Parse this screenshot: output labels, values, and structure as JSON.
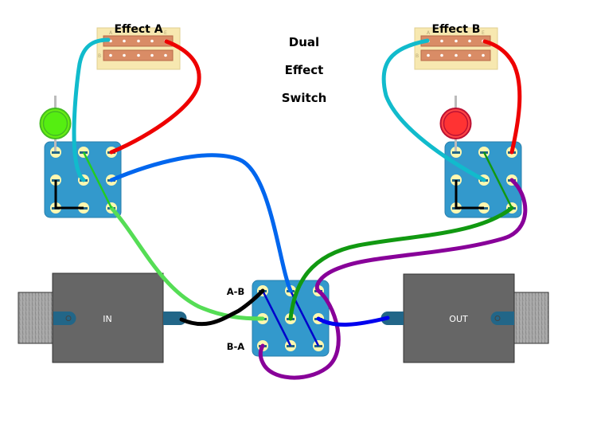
{
  "title": {
    "lines": [
      "Dual",
      "Effect",
      "Switch"
    ]
  },
  "effects": [
    {
      "label": "Effect A",
      "led_color": "#55ee11",
      "led_ring": "#44bb22"
    },
    {
      "label": "Effect B",
      "led_color": "#ff3333",
      "led_ring": "#bb1133"
    }
  ],
  "header_pin_letters": [
    "A",
    "B",
    "C",
    "D",
    "E"
  ],
  "header_row_letters": [
    "A",
    "B"
  ],
  "center_switch": {
    "labels": [
      "A-B",
      "B-A"
    ]
  },
  "jacks": [
    {
      "label": "IN"
    },
    {
      "label": "OUT"
    }
  ],
  "colors": {
    "switch_body": "#3399cc",
    "pad": "#fff7b0",
    "header_bg": "#f7e8b0",
    "header_strip": "#d98c66",
    "jack_body": "#666666",
    "jack_tab": "#226688",
    "thread": "#999999"
  },
  "wires": [
    {
      "name": "wire-red-a",
      "color": "#ee0000"
    },
    {
      "name": "wire-cyan-a",
      "color": "#11bbcc"
    },
    {
      "name": "wire-blue-a",
      "color": "#0066ee"
    },
    {
      "name": "wire-lightgreen-a",
      "color": "#55dd55"
    },
    {
      "name": "wire-red-b",
      "color": "#ee0000"
    },
    {
      "name": "wire-cyan-b",
      "color": "#11bbcc"
    },
    {
      "name": "wire-green-b",
      "color": "#119911"
    },
    {
      "name": "wire-purple-b",
      "color": "#880099"
    },
    {
      "name": "wire-black-in",
      "color": "#000000"
    },
    {
      "name": "wire-blue-out",
      "color": "#0000ee"
    },
    {
      "name": "wire-purple-center",
      "color": "#880099"
    }
  ]
}
